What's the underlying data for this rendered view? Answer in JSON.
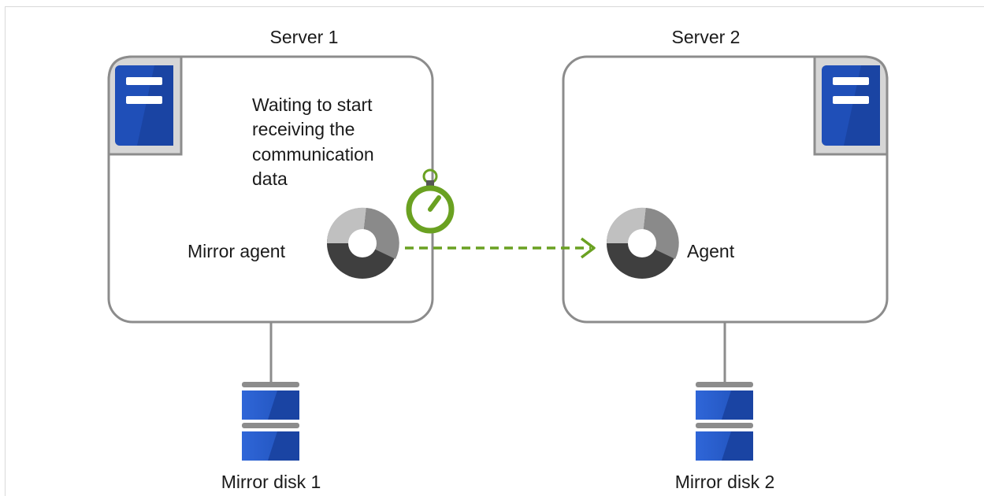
{
  "server1": {
    "title": "Server 1",
    "status_lines": [
      "Waiting to start",
      "receiving the",
      "communication",
      "data"
    ],
    "process_label": "Mirror agent"
  },
  "server2": {
    "title": "Server 2",
    "process_label": "Agent"
  },
  "disks": {
    "disk1": "Mirror disk 1",
    "disk2": "Mirror disk 2"
  },
  "icons": {
    "server": "server-icon",
    "process": "process-wheel-icon",
    "timer": "stopwatch-icon",
    "disk": "disk-stack-icon"
  },
  "colors": {
    "server_blue": "#1f4fb8",
    "disk_blue": "#2a5fd0",
    "arrow_green": "#6aa121",
    "box_border": "#8c8c8c"
  }
}
